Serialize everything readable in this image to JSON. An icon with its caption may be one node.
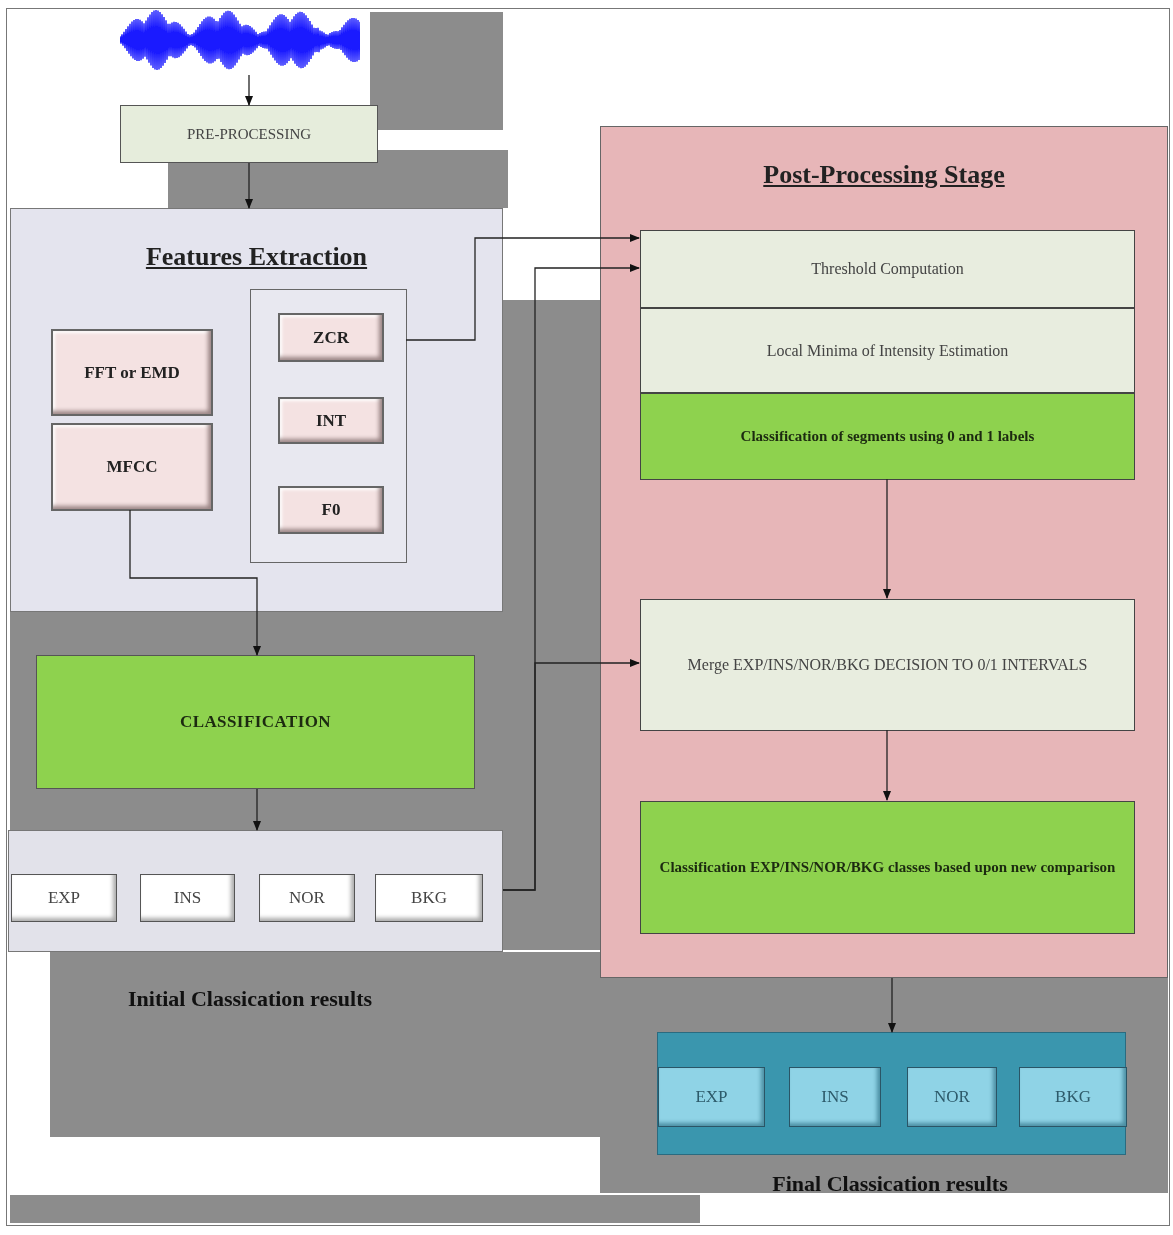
{
  "diagram": {
    "nodes": [
      {
        "text": [],
        "shape": "picture"
      },
      {
        "text": [
          "PRE-PROCESSING"
        ]
      },
      {
        "text": [
          "Features Extraction"
        ]
      },
      {
        "text": [
          "FFT or EMD"
        ],
        "in": 2
      },
      {
        "text": [
          "MFCC"
        ],
        "in": 2
      },
      {
        "text": [],
        "shape": "box",
        "in": 2
      },
      {
        "text": [
          "ZCR"
        ],
        "in": 5
      },
      {
        "text": [
          "INT"
        ],
        "in": 5
      },
      {
        "text": [
          "F0"
        ],
        "in": 5
      },
      {
        "text": [
          "CLASSIFICATION"
        ]
      },
      {
        "text": [],
        "shape": "box",
        "beside": [
          "Initial Classication results"
        ]
      },
      {
        "text": [
          "EXP"
        ],
        "in": 10
      },
      {
        "text": [
          "INS"
        ],
        "in": 10
      },
      {
        "text": [
          "NOR"
        ],
        "in": 10
      },
      {
        "text": [
          "BKG"
        ],
        "in": 10
      },
      {
        "text": [
          "Post-Processing Stage"
        ]
      },
      {
        "text": [
          "Threshold Computation"
        ],
        "in": 15
      },
      {
        "text": [
          "Local Minima of Intensity Estimation"
        ],
        "in": 15
      },
      {
        "text": [
          "Classification of segments using 0 and 1 labels"
        ],
        "in": 15
      },
      {
        "text": [
          "Merge EXP/INS/NOR/BKG DECISION TO 0/1 INTERVALS"
        ],
        "in": 15
      },
      {
        "text": [
          "Classification EXP/INS/NOR/BKG classes based upon new comparison"
        ],
        "in": 15
      },
      {
        "text": [],
        "shape": "box",
        "beside": [
          "Final Classication results"
        ]
      },
      {
        "text": [
          "EXP"
        ],
        "in": 21
      },
      {
        "text": [
          "INS"
        ],
        "in": 21
      },
      {
        "text": [
          "NOR"
        ],
        "in": 21
      },
      {
        "text": [
          "BKG"
        ],
        "in": 21
      }
    ],
    "edges": [
      {
        "from": 0,
        "to": 1,
        "arrow": "to"
      },
      {
        "from": 1,
        "to": 2,
        "arrow": "to"
      },
      {
        "from": 5,
        "to": 16,
        "arrow": "to"
      },
      {
        "from": 10,
        "to": 16,
        "arrow": "to"
      },
      {
        "from": 10,
        "to": 19,
        "arrow": "to"
      },
      {
        "from": 4,
        "to": 9,
        "arrow": "to"
      },
      {
        "from": 9,
        "to": 10,
        "arrow": "to"
      },
      {
        "from": 18,
        "to": 19,
        "arrow": "to"
      },
      {
        "from": 19,
        "to": 20,
        "arrow": "to"
      },
      {
        "from": 15,
        "to": 21,
        "arrow": "to"
      }
    ]
  }
}
